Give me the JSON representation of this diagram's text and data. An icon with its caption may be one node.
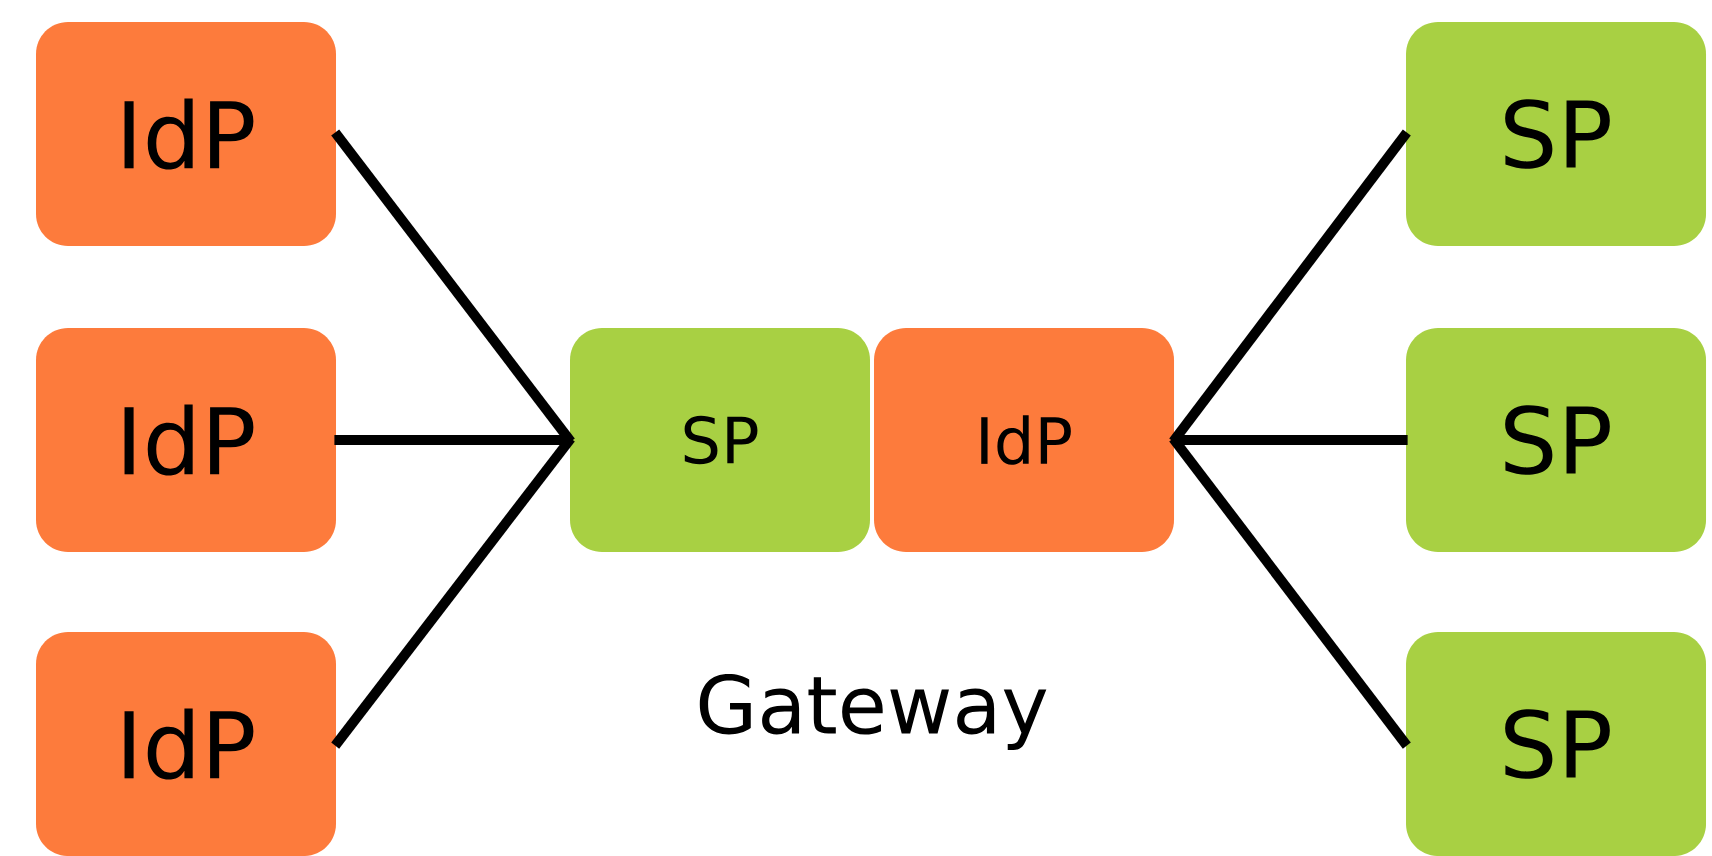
{
  "diagram": {
    "nodes": [
      {
        "text": [
          "IdP"
        ]
      },
      {
        "text": [
          "IdP"
        ]
      },
      {
        "text": [
          "IdP"
        ]
      },
      {
        "text": [
          "SP"
        ]
      },
      {
        "text": [
          "IdP"
        ]
      },
      {
        "text": [
          "SP"
        ]
      },
      {
        "text": [
          "SP"
        ]
      },
      {
        "text": [
          "SP"
        ]
      }
    ],
    "edges": [
      {
        "from": 0,
        "to": 3,
        "arrow": "none"
      },
      {
        "from": 1,
        "to": 3,
        "arrow": "none"
      },
      {
        "from": 2,
        "to": 3,
        "arrow": "none"
      },
      {
        "from": 4,
        "to": 5,
        "arrow": "none"
      },
      {
        "from": 4,
        "to": 6,
        "arrow": "none"
      },
      {
        "from": 4,
        "to": 7,
        "arrow": "none"
      }
    ],
    "labels": [
      "Gateway"
    ]
  }
}
